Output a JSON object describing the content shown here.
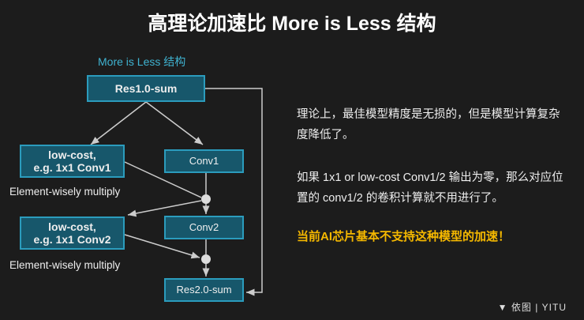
{
  "title": "高理论加速比 More is Less 结构",
  "diagram": {
    "subtitle": "More is Less 结构",
    "res1": "Res1.0-sum",
    "lowcost1": [
      "low-cost,",
      "e.g. 1x1 Conv1"
    ],
    "lowcost2": [
      "low-cost,",
      "e.g. 1x1 Conv2"
    ],
    "conv1": "Conv1",
    "conv2": "Conv2",
    "res2": "Res2.0-sum",
    "multiply1": "Element-wisely multiply",
    "multiply2": "Element-wisely multiply"
  },
  "text": {
    "p1": "理论上，最佳模型精度是无损的，但是模型计算复杂度降低了。",
    "p2": "如果 1x1 or low-cost Conv1/2 输出为零，那么对应位置的 conv1/2 的卷积计算就不用进行了。",
    "highlight": "当前AI芯片基本不支持这种模型的加速！"
  },
  "logo": "依图 | YITU",
  "colors": {
    "accent": "#2b9cbd",
    "highlight": "#f5b800"
  }
}
